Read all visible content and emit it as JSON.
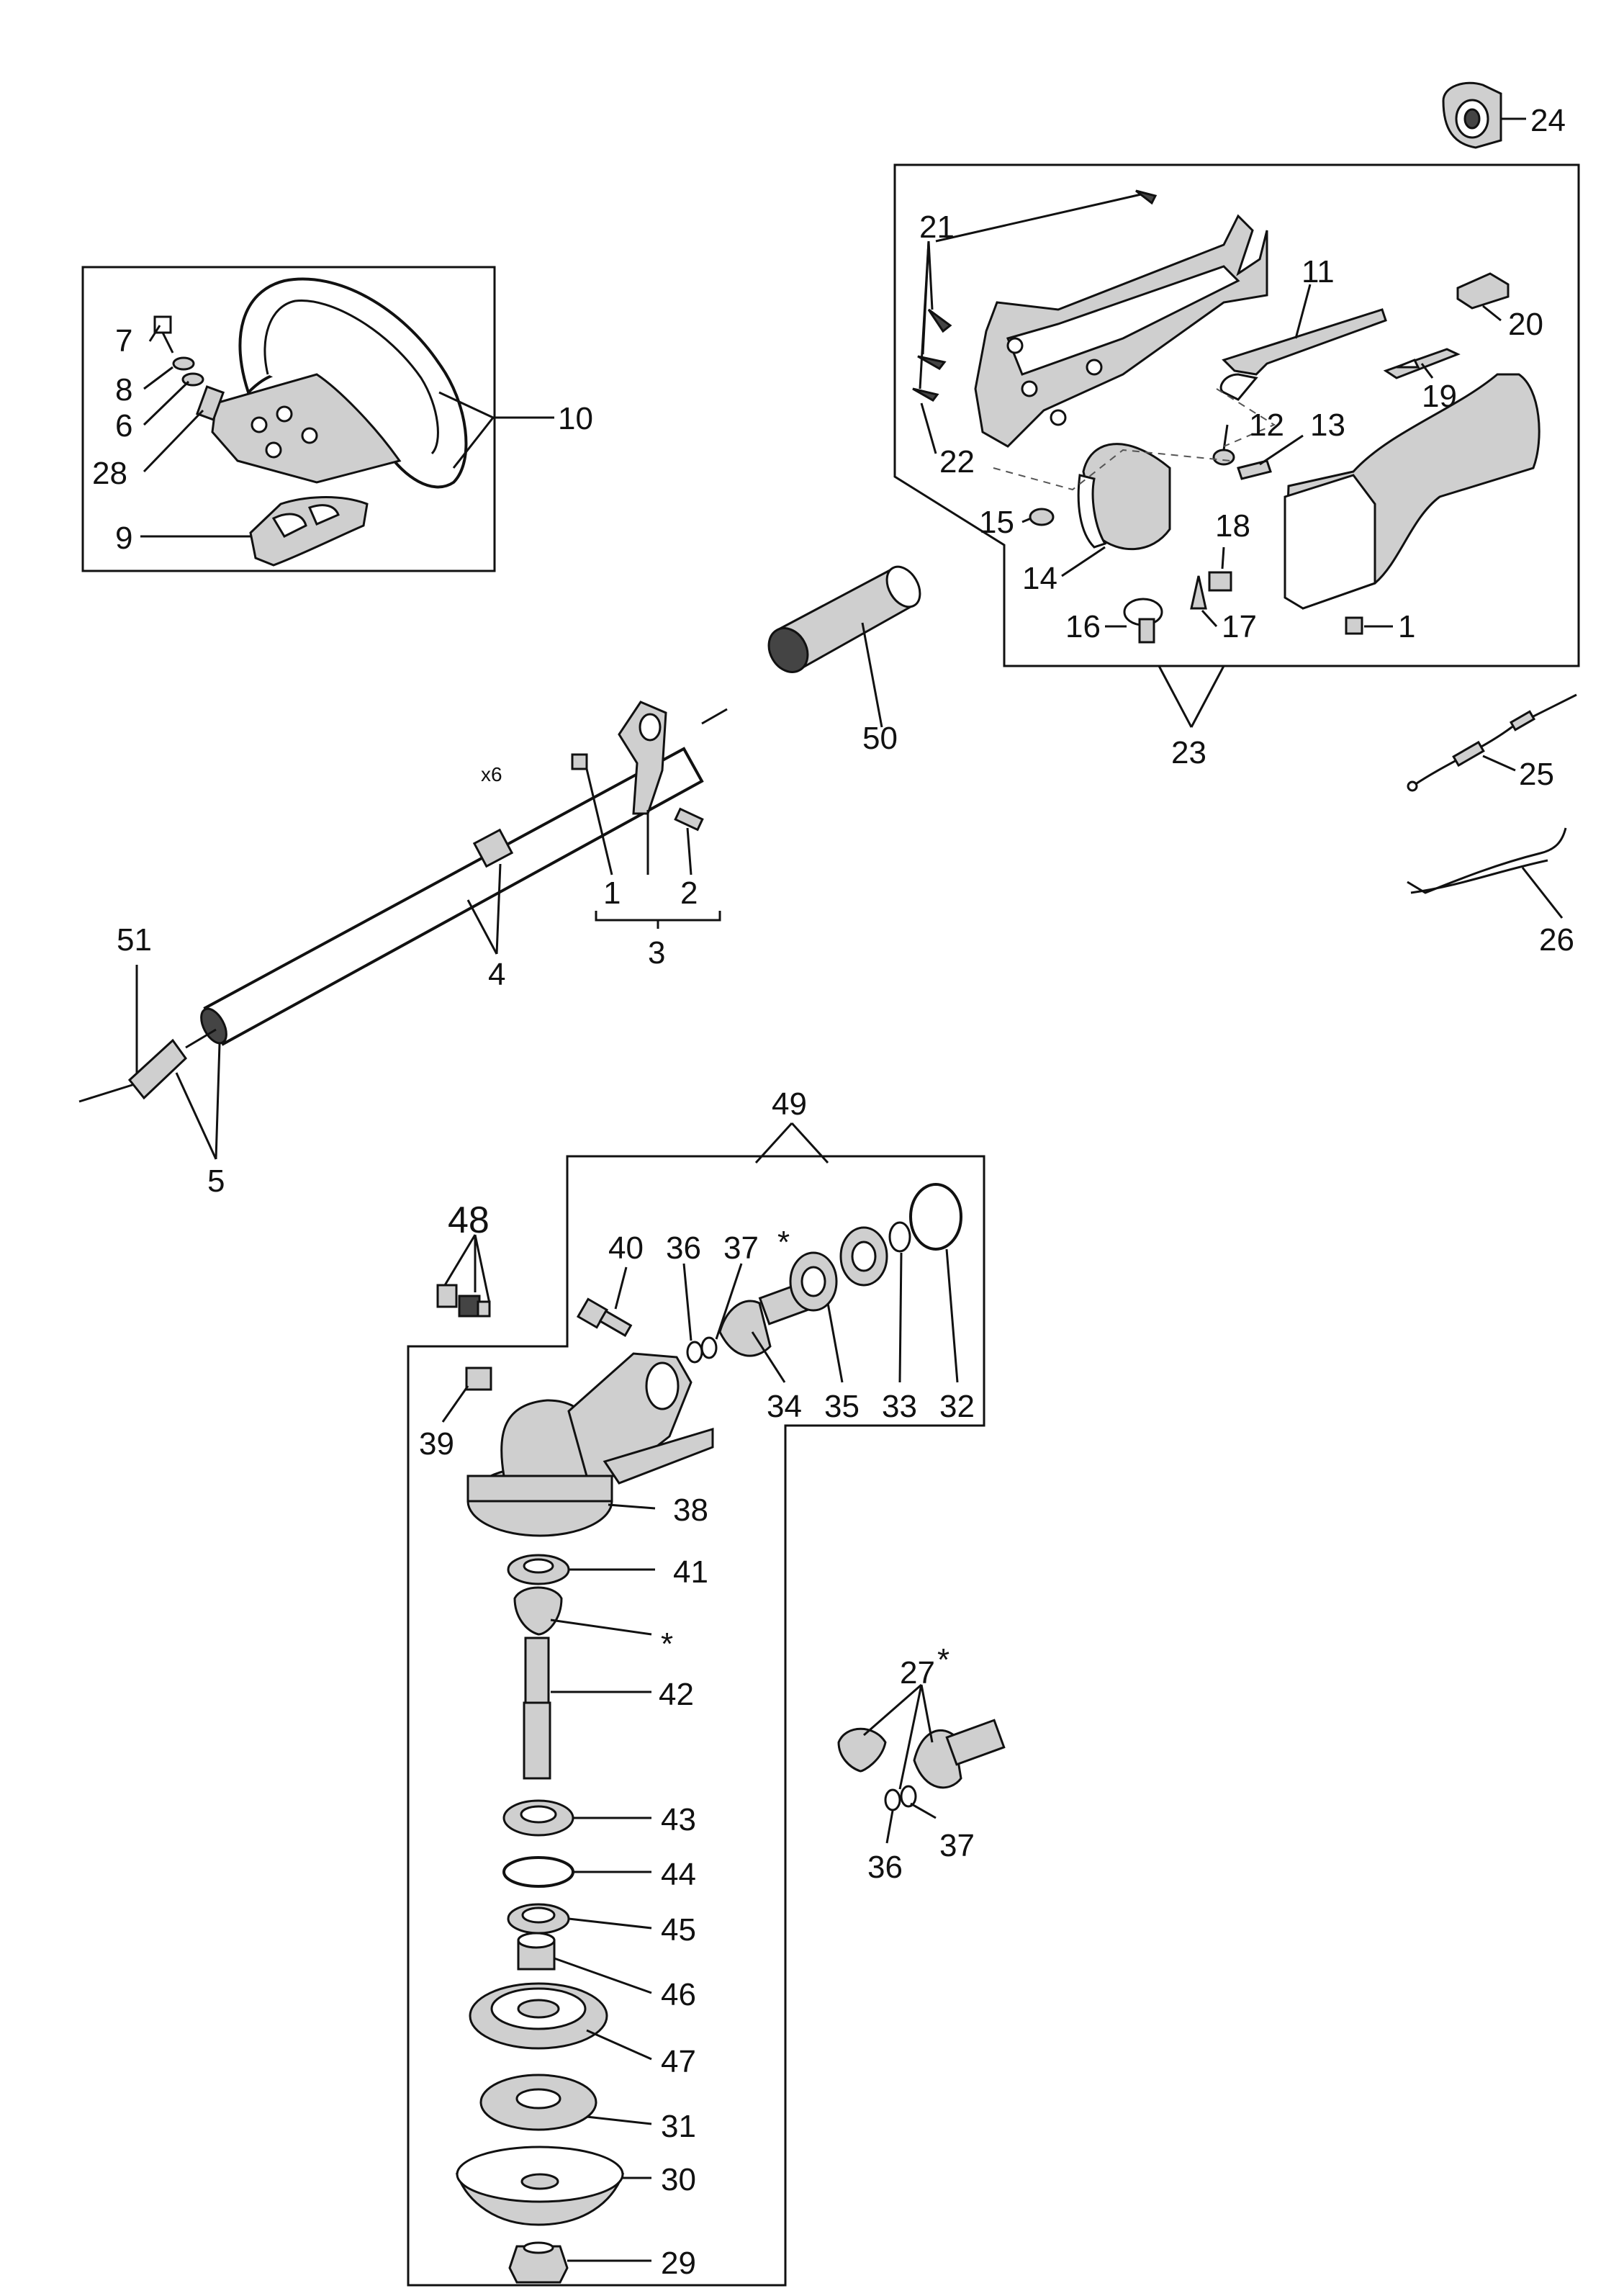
{
  "diagram": {
    "labels": {
      "l1a": "1",
      "l1b": "1",
      "l2": "2",
      "l3": "3",
      "l4": "4",
      "l5": "5",
      "l6": "6",
      "l7": "7",
      "l8": "8",
      "l9": "9",
      "l10": "10",
      "l11": "11",
      "l12": "12",
      "l13": "13",
      "l14": "14",
      "l15": "15",
      "l16": "16",
      "l17": "17",
      "l18": "18",
      "l19": "19",
      "l20": "20",
      "l21": "21",
      "l22": "22",
      "l23": "23",
      "l24": "24",
      "l25": "25",
      "l26": "26",
      "l27": "27",
      "l28": "28",
      "l29": "29",
      "l30": "30",
      "l31": "31",
      "l32": "32",
      "l33": "33",
      "l34": "34",
      "l35": "35",
      "l36a": "36",
      "l36b": "36",
      "l37a": "37",
      "l37b": "37",
      "l38": "38",
      "l39": "39",
      "l40": "40",
      "l41": "41",
      "l42": "42",
      "l43": "43",
      "l44": "44",
      "l45": "45",
      "l46": "46",
      "l47": "47",
      "l48": "48",
      "l49": "49",
      "l50": "50",
      "l51": "51",
      "x6": "x6",
      "star_a": "*",
      "star_b": "*",
      "star_c": "*"
    }
  }
}
